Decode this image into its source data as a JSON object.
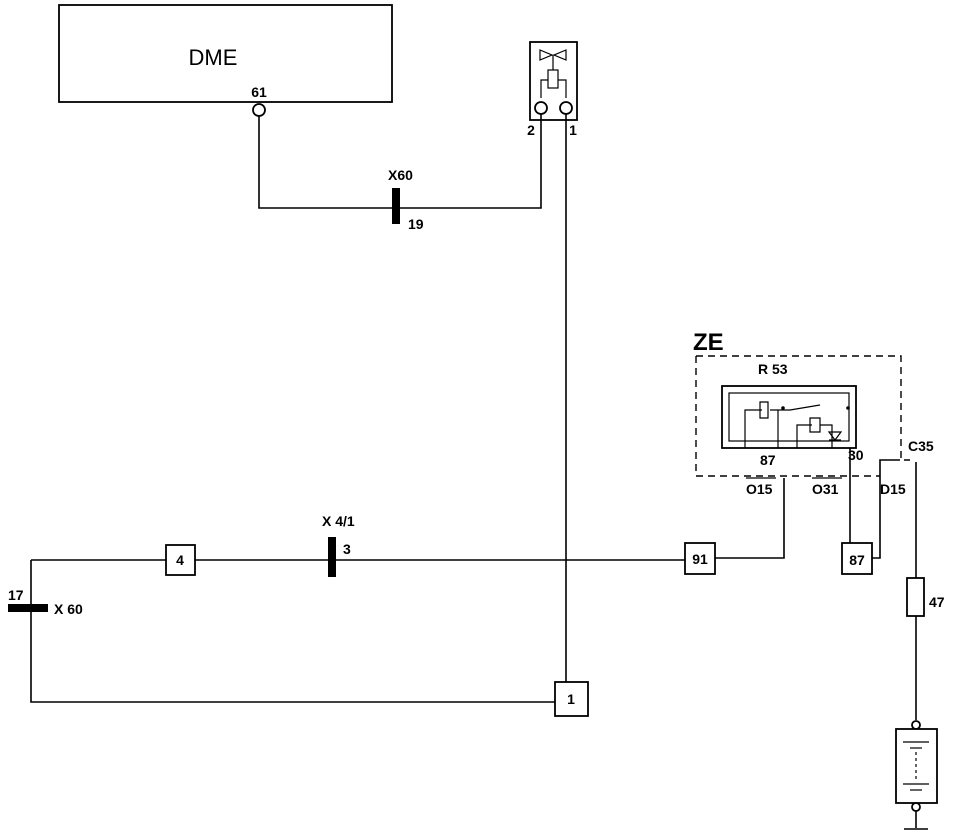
{
  "dme": {
    "label": "DME",
    "pin": "61"
  },
  "pump_relay_component": {
    "pin_left": "2",
    "pin_right": "1"
  },
  "x60_top": {
    "label": "X60",
    "pin": "19"
  },
  "ze_module": {
    "label": "ZE",
    "relay": "R 53",
    "pin_87": "87",
    "pin_30": "30",
    "port_o15": "O15",
    "port_o31": "O31",
    "port_d15": "D15",
    "port_c35": "C35"
  },
  "x41": {
    "label": "X 4/1",
    "pin": "3"
  },
  "x60_left": {
    "label": "X 60",
    "pin": "17"
  },
  "terminals": {
    "t4": "4",
    "t91": "91",
    "t87": "87",
    "t1": "1"
  },
  "fuse": {
    "label": "47"
  }
}
